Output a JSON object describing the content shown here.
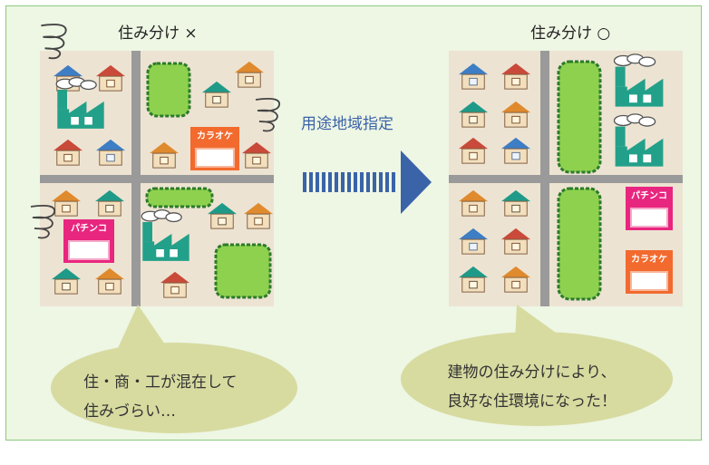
{
  "left_title": "住み分け ×",
  "right_title": "住み分け ○",
  "zoning_label": "用途地域指定",
  "left_bubble": [
    "住・商・工が混在して",
    "住みづらい…"
  ],
  "right_bubble": [
    "建物の住み分けにより、",
    "良好な住環境になった！"
  ],
  "signs": {
    "karaoke": "カラオケ",
    "pachinko": "パチンコ"
  },
  "colors": {
    "background": "#eef6e4",
    "map": "#ede3d2",
    "road": "#9a9a9a",
    "park": "#8ed14e",
    "factory": "#23a08a",
    "arrow": "#3a63a8",
    "bubble": "#d7dba0",
    "karaoke": "#f26a2e",
    "pachinko": "#e8267f"
  }
}
